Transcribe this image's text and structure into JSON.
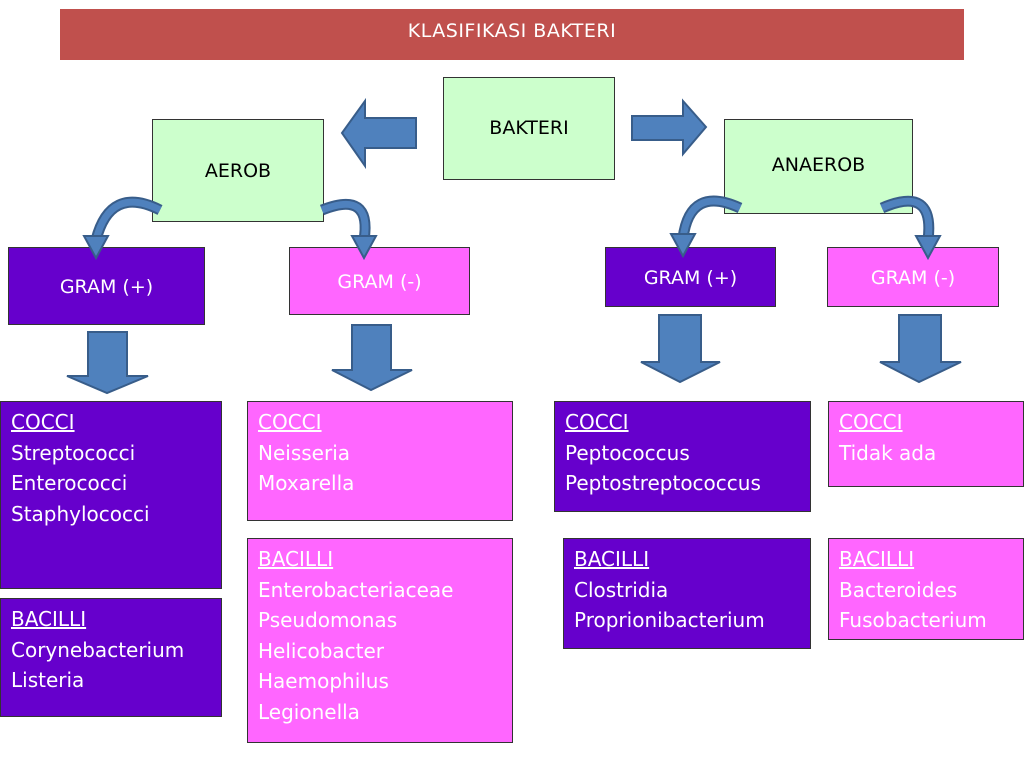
{
  "title": "KLASIFIKASI BAKTERI",
  "root": "BAKTERI",
  "aerob": {
    "label": "AEROB",
    "gram_pos": {
      "label": "GRAM (+)",
      "cocci": {
        "heading": "COCCI",
        "items": [
          "Streptococci",
          "Enterococci",
          "Staphylococci"
        ]
      },
      "bacilli": {
        "heading": "BACILLI",
        "items": [
          "Corynebacterium",
          "Listeria"
        ]
      }
    },
    "gram_neg": {
      "label": "GRAM (-)",
      "cocci": {
        "heading": "COCCI",
        "items": [
          "Neisseria",
          "Moxarella"
        ]
      },
      "bacilli": {
        "heading": "BACILLI",
        "items": [
          "Enterobacteriaceae",
          "Pseudomonas",
          "Helicobacter",
          "Haemophilus",
          "Legionella"
        ]
      }
    }
  },
  "anaerob": {
    "label": "ANAEROB",
    "gram_pos": {
      "label": "GRAM (+)",
      "cocci": {
        "heading": "COCCI",
        "items": [
          "Peptococcus",
          "Peptostreptococcus"
        ]
      },
      "bacilli": {
        "heading": "BACILLI",
        "items": [
          "Clostridia",
          "Proprionibacterium"
        ]
      }
    },
    "gram_neg": {
      "label": "GRAM (-)",
      "cocci": {
        "heading": "COCCI",
        "items": [
          "Tidak ada"
        ]
      },
      "bacilli": {
        "heading": "BACILLI",
        "items": [
          "Bacteroides",
          "Fusobacterium"
        ]
      }
    }
  },
  "colors": {
    "title_bar": "#c0504d",
    "green_box": "#ccffcc",
    "purple_box": "#6600cc",
    "pink_box": "#ff66ff",
    "arrow_fill": "#4f81bd",
    "arrow_stroke": "#385d8a"
  }
}
